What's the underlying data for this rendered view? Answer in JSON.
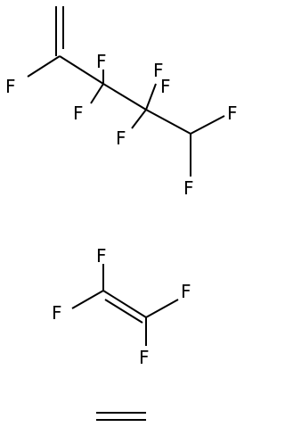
{
  "molecules": [
    {
      "name": "",
      "atoms": [
        "F",
        "F",
        "F",
        "F",
        "F",
        "F",
        "F",
        "F"
      ]
    },
    {
      "name": "",
      "atoms": [
        "F",
        "F",
        "F",
        "F"
      ]
    },
    {
      "name": "",
      "atoms": []
    }
  ],
  "colors": {
    "bond": "#000000",
    "text": "#000000",
    "background": "#ffffff"
  }
}
